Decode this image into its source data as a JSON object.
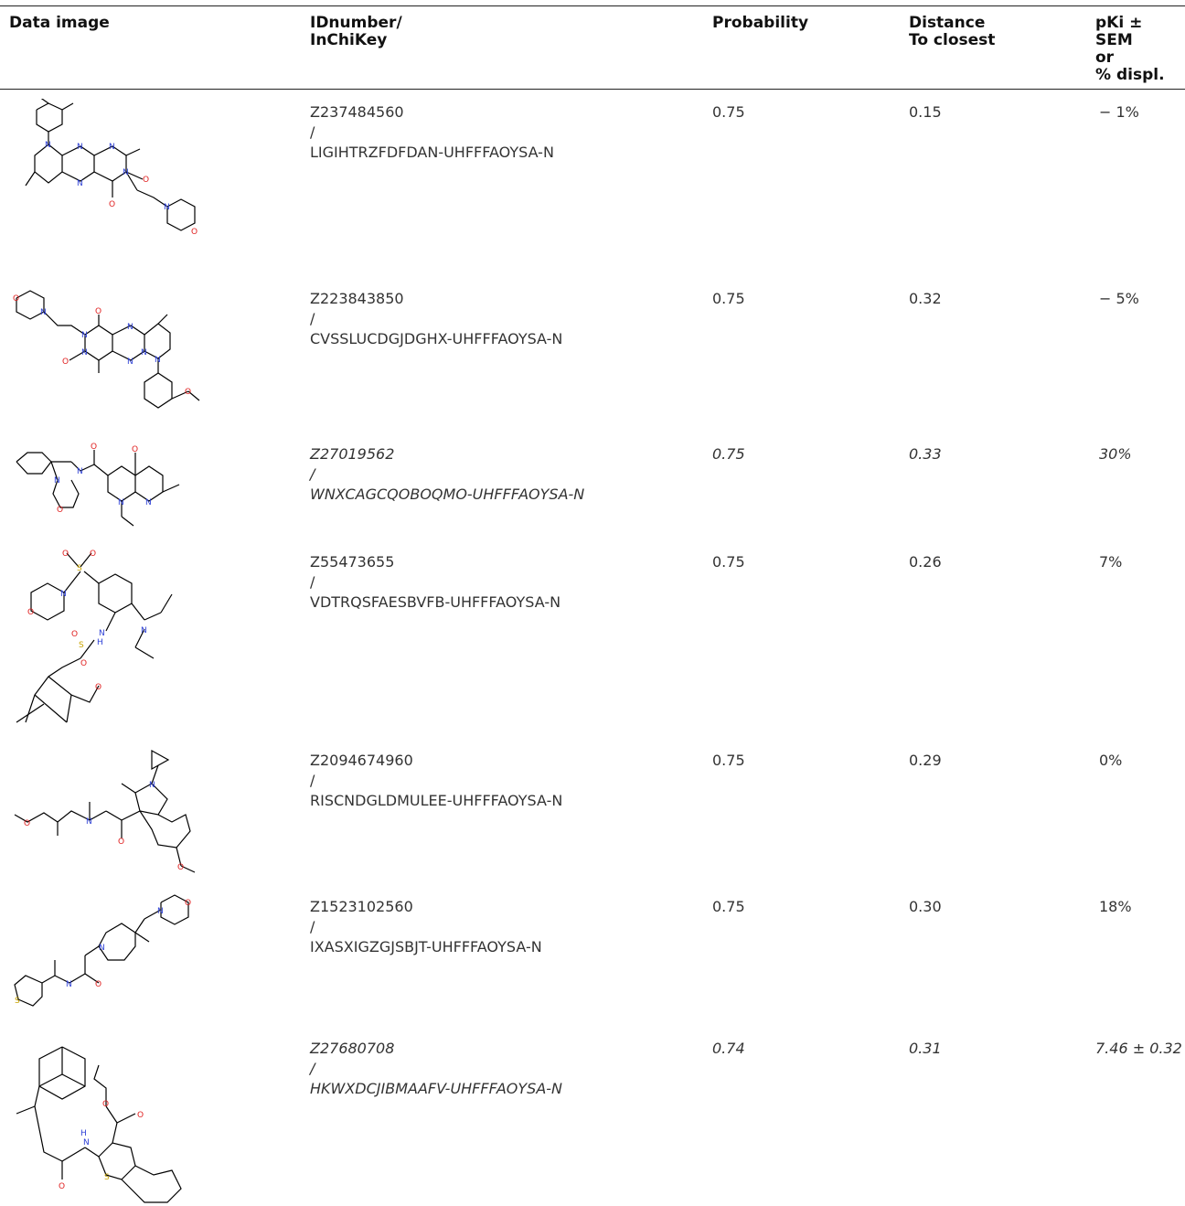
{
  "headers": {
    "data_image": "Data image",
    "id": "IDnumber/\nInChiKey",
    "probability": "Probability",
    "distance": "Distance\nTo closest",
    "pki": "pKi ± SEM\nor\n % displ."
  },
  "rows": [
    {
      "id": "Z237484560",
      "sep": "/",
      "key": "LIGIHTRZFDFDAN-UHFFFAOYSA-N",
      "prob": "0.75",
      "dist": "0.15",
      "pki": "− 1%"
    },
    {
      "id": "Z223843850",
      "sep": "/",
      "key": "CVSSLUCDGJDGHX-UHFFFAOYSA-N",
      "prob": "0.75",
      "dist": "0.32",
      "pki": "− 5%"
    },
    {
      "id": "Z27019562",
      "sep": "/",
      "key": "WNXCAGCQOBOQMO-UHFFFAOYSA-N",
      "prob": "0.75",
      "dist": "0.33",
      "pki": "30%"
    },
    {
      "id": "Z55473655",
      "sep": "/",
      "key": "VDTRQSFAESBVFB-UHFFFAOYSA-N",
      "prob": "0.75",
      "dist": "0.26",
      "pki": "7%"
    },
    {
      "id": "Z2094674960",
      "sep": "/",
      "key": "RISCNDGLDMULEE-UHFFFAOYSA-N",
      "prob": "0.75",
      "dist": "0.29",
      "pki": "0%"
    },
    {
      "id": "Z1523102560",
      "sep": "/",
      "key": "IXASXIGZGJSBJT-UHFFFAOYSA-N",
      "prob": "0.75",
      "dist": "0.30",
      "pki": "18%"
    },
    {
      "id": "Z27680708",
      "sep": "/",
      "key": "HKWXDCJIBMAAFV-UHFFFAOYSA-N",
      "prob": "0.74",
      "dist": "0.31",
      "pki": "7.46 ± 0.32"
    }
  ],
  "atoms": {
    "N": "N",
    "O": "O",
    "S": "S",
    "H": "H"
  }
}
